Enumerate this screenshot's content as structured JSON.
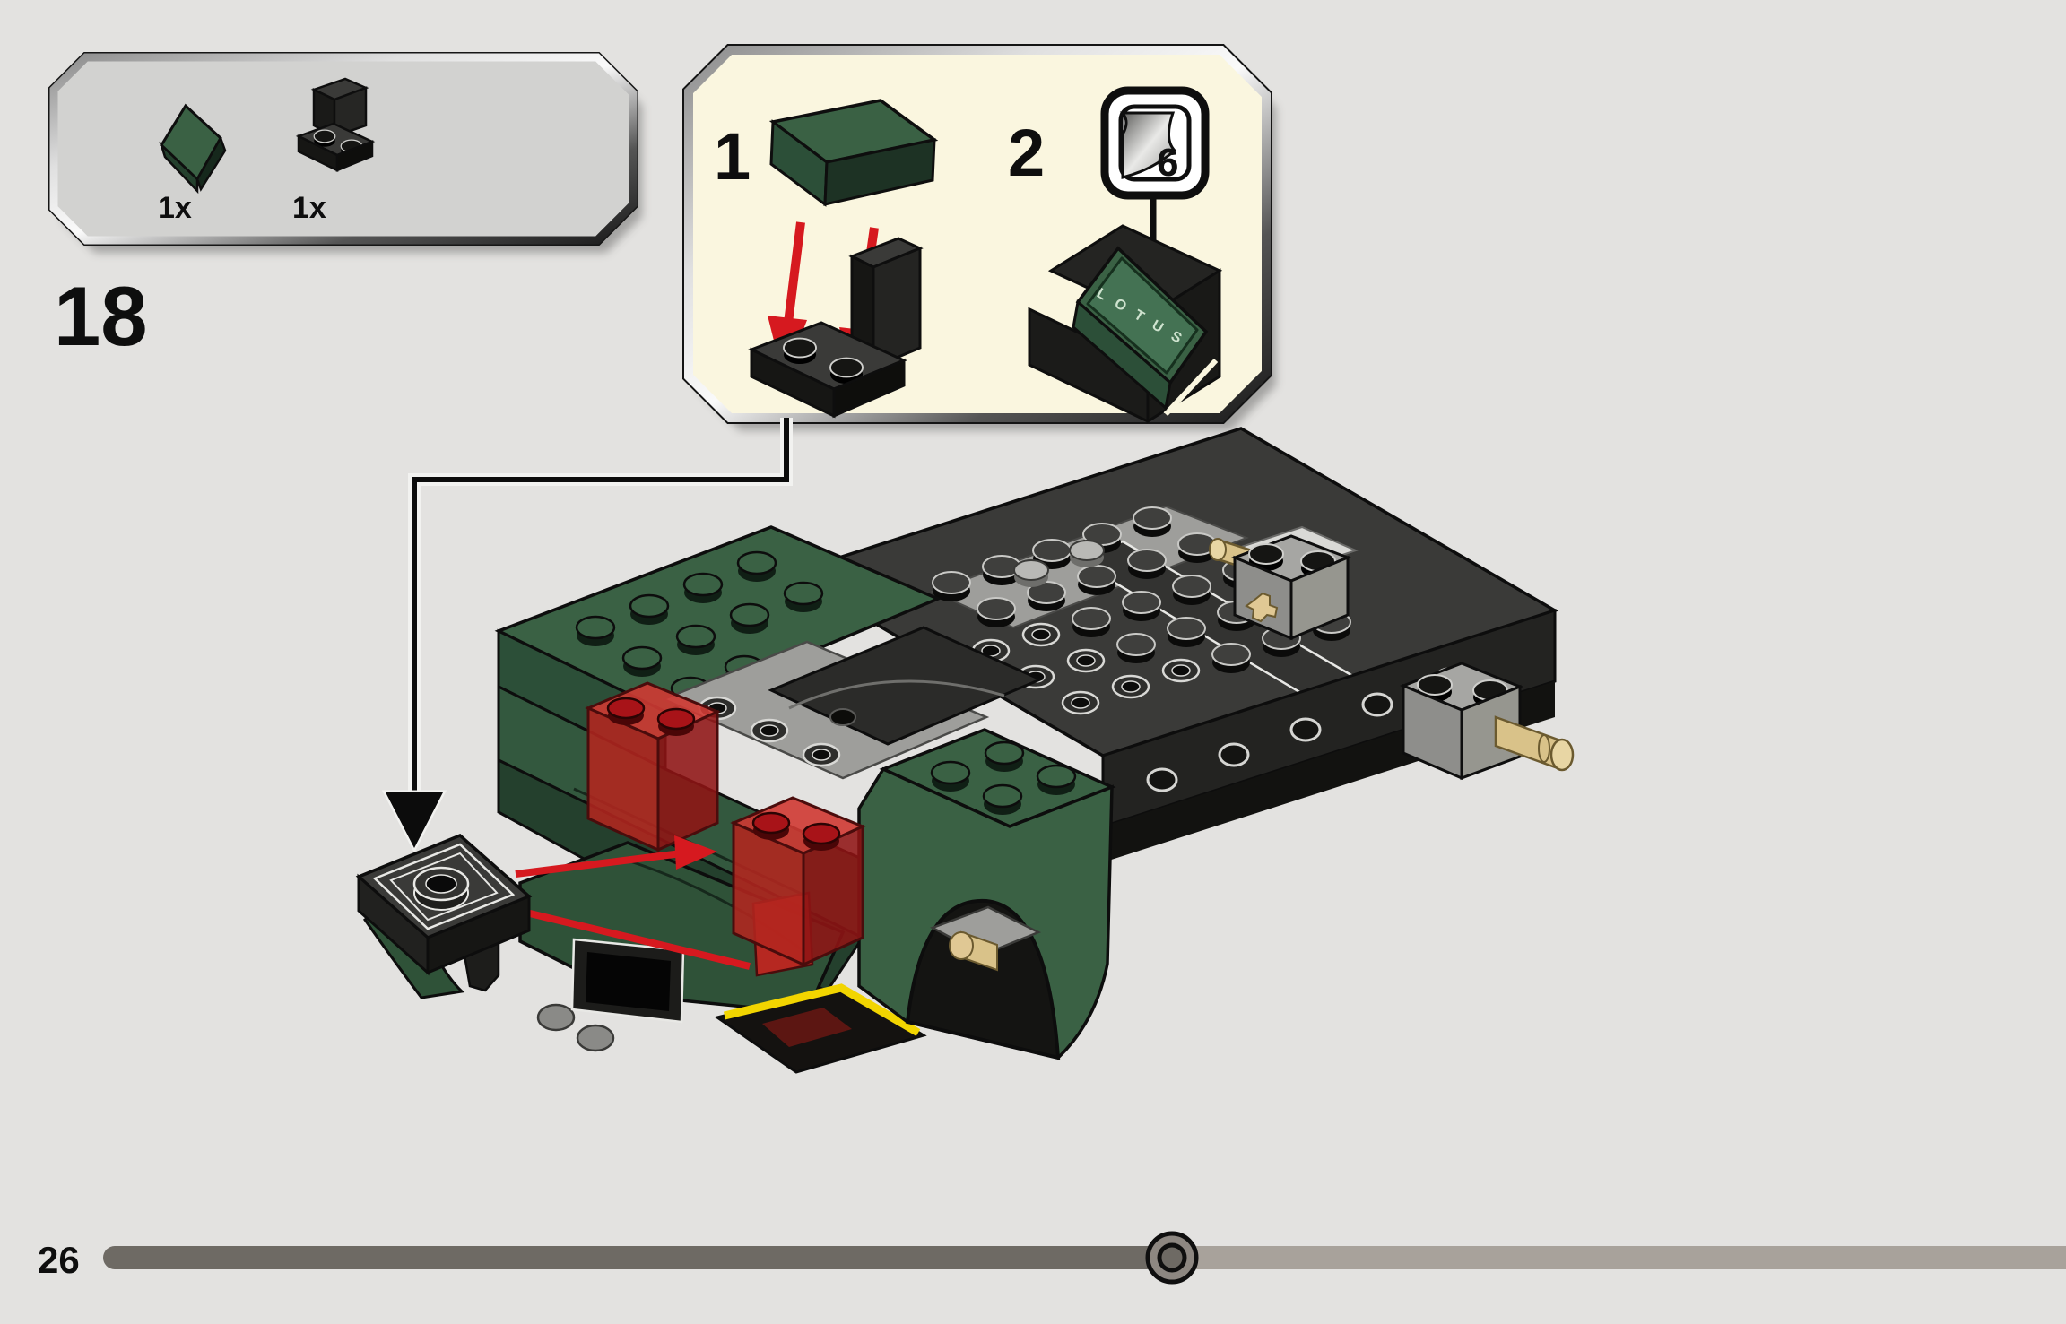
{
  "colors": {
    "background": "#e3e2e0",
    "parts_panel_fill": "#d2d2d0",
    "callout_fill": "#faf6df",
    "lego_dark_green": "#3a6144",
    "lego_trans_red": "#cf3a33",
    "lego_black": "#1d1d1b",
    "lego_dark_gray": "#3a3a38",
    "lego_medium_gray": "#a6a6a3",
    "lego_tan": "#e0c894",
    "guide_red": "#d6191f",
    "sticker_stripe_yellow": "#f2d500",
    "progress_fill": "#6e6a64",
    "progress_track": "#a8a29b"
  },
  "step": {
    "number": "18"
  },
  "parts_panel": {
    "items": [
      {
        "part": "slope-1x2-dark-green",
        "qty": "1x"
      },
      {
        "part": "bracket-1x2-2x2-black",
        "qty": "1x"
      }
    ]
  },
  "callout": {
    "substeps": [
      {
        "label": "1"
      },
      {
        "label": "2"
      }
    ],
    "sticker_badge": {
      "number": "6"
    },
    "sticker": {
      "text": "LOTUS"
    }
  },
  "footer": {
    "page_number": "26",
    "progress_fraction": 0.545
  }
}
